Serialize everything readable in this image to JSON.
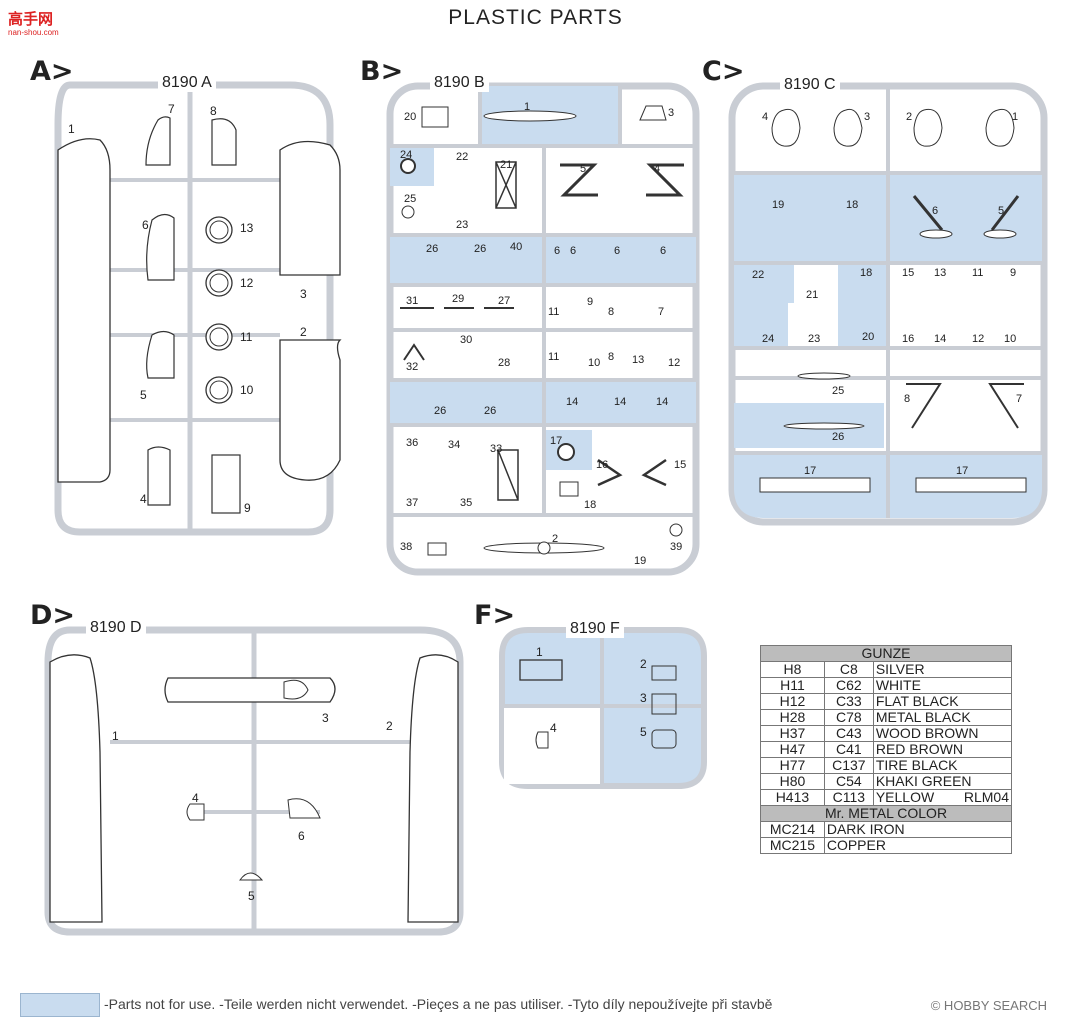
{
  "page": {
    "title": "PLASTIC PARTS",
    "logo": "高手网",
    "logo_sub": "nan-shou.com",
    "watermark": "© HOBBY SEARCH"
  },
  "sections": [
    {
      "letter": "A>",
      "sprue": "8190 A"
    },
    {
      "letter": "B>",
      "sprue": "8190 B"
    },
    {
      "letter": "C>",
      "sprue": "8190 C"
    },
    {
      "letter": "D>",
      "sprue": "8190 D"
    },
    {
      "letter": "F>",
      "sprue": "8190 F"
    }
  ],
  "part_numbers": {
    "A": [
      "1",
      "2",
      "3",
      "4",
      "5",
      "6",
      "7",
      "8",
      "9",
      "10",
      "11",
      "12",
      "13"
    ],
    "B": [
      "1",
      "2",
      "3",
      "4",
      "5",
      "6",
      "6",
      "6",
      "6",
      "7",
      "8",
      "8",
      "9",
      "10",
      "11",
      "11",
      "12",
      "13",
      "14",
      "14",
      "14",
      "15",
      "16",
      "17",
      "18",
      "19",
      "20",
      "21",
      "22",
      "23",
      "24",
      "25",
      "26",
      "26",
      "26",
      "26",
      "27",
      "28",
      "29",
      "30",
      "31",
      "32",
      "33",
      "34",
      "35",
      "36",
      "37",
      "38",
      "39",
      "40"
    ],
    "C": [
      "1",
      "2",
      "3",
      "4",
      "5",
      "6",
      "7",
      "8",
      "9",
      "10",
      "11",
      "12",
      "13",
      "14",
      "15",
      "16",
      "17",
      "17",
      "18",
      "18",
      "19",
      "20",
      "21",
      "22",
      "23",
      "24",
      "25",
      "26"
    ],
    "D": [
      "1",
      "2",
      "3",
      "4",
      "5",
      "6"
    ],
    "F": [
      "1",
      "2",
      "3",
      "4",
      "5"
    ]
  },
  "paint_table": {
    "header": "GUNZE",
    "rows": [
      {
        "h": "H8",
        "c": "C8",
        "name": "SILVER",
        "note": ""
      },
      {
        "h": "H11",
        "c": "C62",
        "name": "WHITE",
        "note": ""
      },
      {
        "h": "H12",
        "c": "C33",
        "name": "FLAT BLACK",
        "note": ""
      },
      {
        "h": "H28",
        "c": "C78",
        "name": "METAL BLACK",
        "note": ""
      },
      {
        "h": "H37",
        "c": "C43",
        "name": "WOOD BROWN",
        "note": ""
      },
      {
        "h": "H47",
        "c": "C41",
        "name": "RED BROWN",
        "note": ""
      },
      {
        "h": "H77",
        "c": "C137",
        "name": "TIRE BLACK",
        "note": ""
      },
      {
        "h": "H80",
        "c": "C54",
        "name": "KHAKI GREEN",
        "note": ""
      },
      {
        "h": "H413",
        "c": "C113",
        "name": "YELLOW",
        "note": "RLM04"
      }
    ],
    "metal_header": "Mr. METAL COLOR",
    "metal_rows": [
      {
        "code": "MC214",
        "name": "DARK IRON"
      },
      {
        "code": "MC215",
        "name": "COPPER"
      }
    ]
  },
  "legend": {
    "text": "-Parts not for use. -Teile werden nicht verwendet. -Pieçes a ne pas utiliser. -Tyto díly nepoužívejte při stavbě",
    "swatch_color": "#c9dcef"
  },
  "colors": {
    "runner": "#c9cdd4",
    "unused_fill": "#c9dcef",
    "line": "#333333"
  }
}
